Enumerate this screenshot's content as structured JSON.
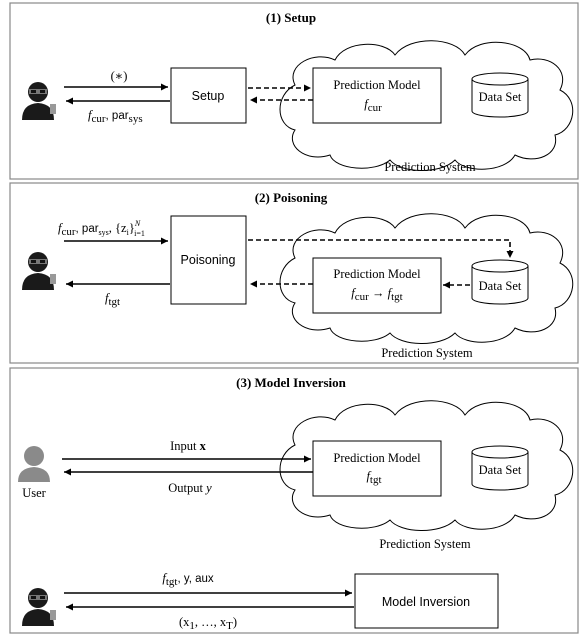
{
  "panels": [
    {
      "title": "(1) Setup",
      "arrow_in_label": "(∗)",
      "arrow_out_label_main": "f",
      "arrow_out_label_sub": "cur",
      "arrow_out_label_mid": ", par",
      "arrow_out_label_sub2": "sys",
      "box_label": "Setup",
      "model_title": "Prediction Model",
      "model_f": "f",
      "model_f_sub": "cur",
      "dataset_label": "Data Set",
      "system_label": "Prediction System"
    },
    {
      "title": "(2) Poisoning",
      "arrow_in_label": "f",
      "arrow_in_sub": "cur",
      "arrow_in_rest": ", par",
      "arrow_in_sub2": "sys",
      "arrow_in_set": ", {z",
      "arrow_in_set_sub": "i",
      "arrow_in_set_close": "}",
      "arrow_in_sup": "N",
      "arrow_in_sub3": "i=1",
      "arrow_out_main": "f",
      "arrow_out_sub": "tgt",
      "box_label": "Poisoning",
      "model_title": "Prediction Model",
      "model_f1": "f",
      "model_f1_sub": "cur",
      "model_arrow": " → ",
      "model_f2": "f",
      "model_f2_sub": "tgt",
      "dataset_label": "Data Set",
      "system_label": "Prediction System"
    },
    {
      "title": "(3) Model Inversion",
      "user_label": "User",
      "input_label": "Input ",
      "input_var": "x",
      "output_label": "Output ",
      "output_var": "y",
      "model_title": "Prediction Model",
      "model_f": "f",
      "model_f_sub": "tgt",
      "dataset_label": "Data Set",
      "system_label": "Prediction System",
      "attacker_in_f": "f",
      "attacker_in_sub": "tgt",
      "attacker_in_rest": ", y, aux",
      "attacker_out": "(x",
      "attacker_out_sub1": "1",
      "attacker_out_mid": ", …, x",
      "attacker_out_sub2": "T",
      "attacker_out_close": ")",
      "inversion_box_label": "Model Inversion"
    }
  ],
  "icons": [
    "attacker-icon",
    "user-icon",
    "cloud-icon",
    "database-icon"
  ]
}
